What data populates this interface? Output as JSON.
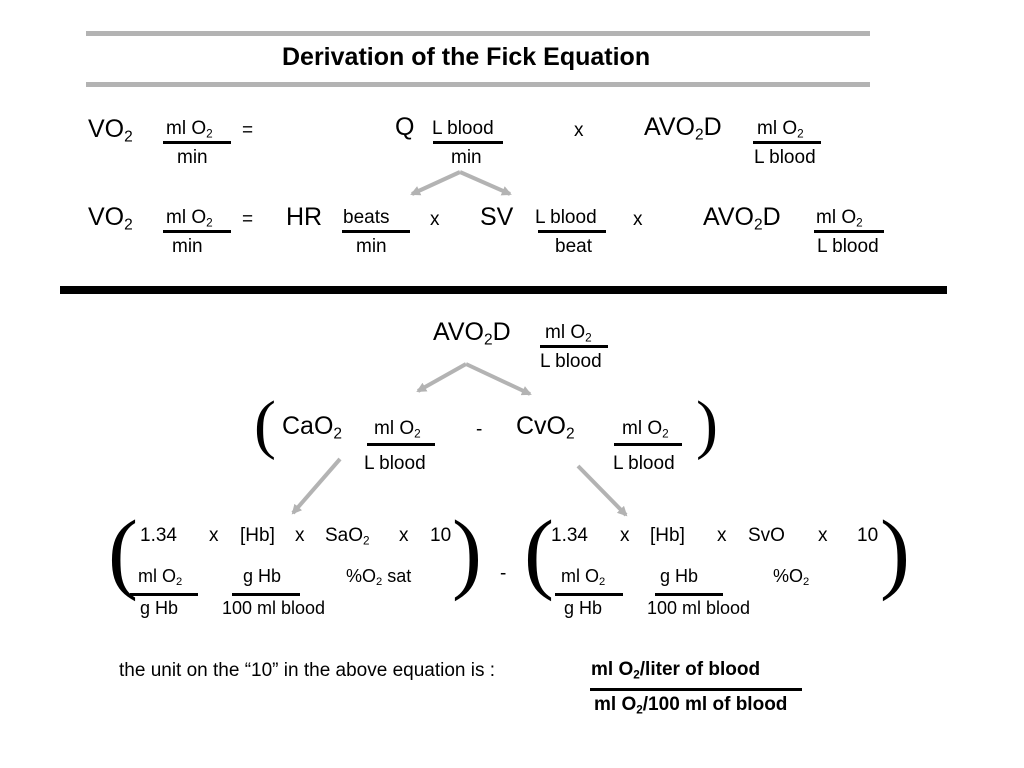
{
  "title": "Derivation of the Fick Equation",
  "row1": {
    "vo2": "VO",
    "vo2_sub": "2",
    "unit1_num": "ml O",
    "unit1_num_sub": "2",
    "unit1_den": "min",
    "eq": "=",
    "q": "Q",
    "q_num": "L blood",
    "q_den": "min",
    "x": "x",
    "avo2d_a": "AVO",
    "avo2d_sub": "2",
    "avo2d_b": "D",
    "avo_num": "ml O",
    "avo_num_sub": "2",
    "avo_den": "L blood"
  },
  "row2": {
    "vo2": "VO",
    "vo2_sub": "2",
    "unit1_num": "ml O",
    "unit1_num_sub": "2",
    "unit1_den": "min",
    "eq": "=",
    "hr": "HR",
    "hr_num": "beats",
    "hr_den": "min",
    "x1": "x",
    "sv": "SV",
    "sv_num": "L blood",
    "sv_den": "beat",
    "x2": "x",
    "avo2d_a": "AVO",
    "avo2d_sub": "2",
    "avo2d_b": "D",
    "avo_num": "ml O",
    "avo_num_sub": "2",
    "avo_den": "L blood"
  },
  "avo_block": {
    "avo2d_a": "AVO",
    "avo2d_sub": "2",
    "avo2d_b": "D",
    "num": "ml O",
    "num_sub": "2",
    "den": "L blood"
  },
  "content_row": {
    "open": "(",
    "close": ")",
    "cao2": "CaO",
    "cao2_sub": "2",
    "ca_num": "ml O",
    "ca_num_sub": "2",
    "ca_den": "L blood",
    "minus": "-",
    "cvo2": "CvO",
    "cvo2_sub": "2",
    "cv_num": "ml O",
    "cv_num_sub": "2",
    "cv_den": "L blood"
  },
  "left_expr": {
    "open": "(",
    "close": ")",
    "c134": "1.34",
    "x1": "x",
    "hb": "[Hb]",
    "x2": "x",
    "sat": "SaO",
    "sat_sub": "2",
    "x3": "x",
    "ten": "10",
    "u1_num": "ml O",
    "u1_num_sub": "2",
    "u1_den": "g  Hb",
    "u2_num": "g  Hb",
    "u2_den": "100 ml blood",
    "u3_a": "%O",
    "u3_sub": "2",
    "u3_b": " sat"
  },
  "middle_minus": "-",
  "right_expr": {
    "open": "(",
    "close": ")",
    "c134": "1.34",
    "x1": "x",
    "hb": "[Hb]",
    "x2": "x",
    "sat": "SvO",
    "x3": "x",
    "ten": "10",
    "u1_num": "ml O",
    "u1_num_sub": "2",
    "u1_den": "g Hb",
    "u2_num": "g  Hb",
    "u2_den": "100 ml blood",
    "u3_a": "%O",
    "u3_sub": "2"
  },
  "note": {
    "text": "the unit on the “10” in the above equation is :",
    "num_a": "ml O",
    "num_sub": "2",
    "num_b": "/liter of blood",
    "den_a": "ml O",
    "den_sub": "2",
    "den_b": "/100 ml of blood"
  },
  "colors": {
    "rule_grey": "#b3b3b3",
    "arrow_grey": "#b3b3b3",
    "text": "#000000"
  }
}
